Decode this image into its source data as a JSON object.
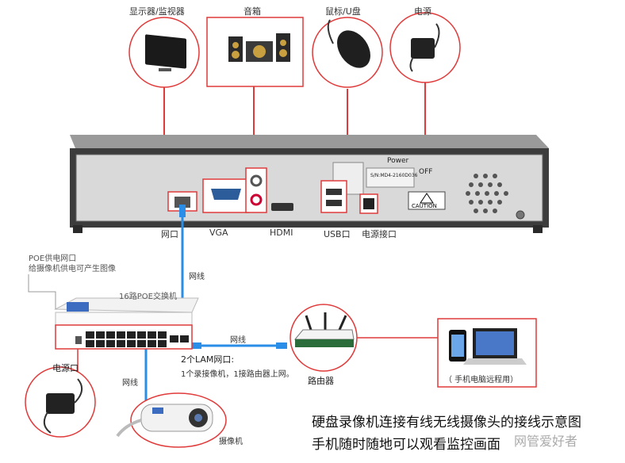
{
  "devices_top": {
    "monitor": "显示器/监视器",
    "speaker": "音箱",
    "mouse": "鼠标/U盘",
    "power": "电源"
  },
  "ports": {
    "lan": "网口",
    "vga": "VGA",
    "hdmi": "HDMI",
    "usb": "USB口",
    "power": "电源接口"
  },
  "panel": {
    "power_label": "Power",
    "off_label": "OFF",
    "caution": "CAUTION",
    "serial": "S/N:MD4-2160D036"
  },
  "poe": {
    "title": "POE供电网口",
    "desc": "给摄像机供电可产生图像",
    "switch_label": "16路POE交换机",
    "power_port": "电源口"
  },
  "cable": {
    "vertical": "网线",
    "horizontal": "网线",
    "camera": "网线"
  },
  "lan": {
    "title": "2个LAM网口:",
    "desc": "1个录接像机，1接路由器上网。"
  },
  "router": "路由器",
  "remote": "（ 手机电脑远程用）",
  "camera": "摄像机",
  "caption": {
    "line1": "硬盘录像机连接有线无线摄像头的接线示意图",
    "line2": "手机随时随地可以观看监控画面"
  },
  "watermark": "网管爱好者",
  "colors": {
    "red": "#e03a3a",
    "blue": "#2a8ee8",
    "nvr": "#3c3c3c"
  }
}
